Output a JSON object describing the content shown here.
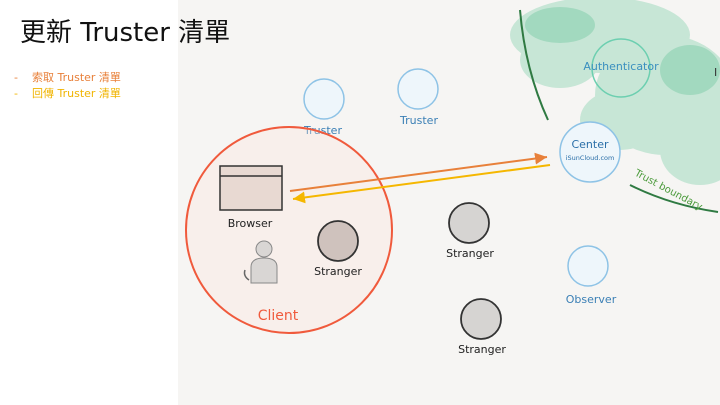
{
  "title": "更新 Truster 清單",
  "bullets": [
    {
      "text": "索取 Truster 清單",
      "color": "#e8803a"
    },
    {
      "text": "回傳 Truster 清單",
      "color": "#f0b400"
    }
  ],
  "colors": {
    "truster": "#3a7fb5",
    "center_text": "#2b6fa8",
    "authenticator_text": "#3a8fbf",
    "client": "#f05a3c",
    "request_arrow": "#e8803a",
    "response_arrow": "#f5b700",
    "trust_boundary": "#4a9a3a",
    "stranger_fill": "#d6d4d2",
    "stranger_dark_fill": "#cfc2bd"
  },
  "nodes": {
    "truster_1": "Truster",
    "truster_2": "Truster",
    "authenticator": "Authenticator",
    "center": "Center",
    "center_domain": "iSunCloud.com",
    "trust_boundary": "Trust boundary",
    "browser": "Browser",
    "client_stranger": "Stranger",
    "client": "Client",
    "stranger_1": "Stranger",
    "stranger_2": "Stranger",
    "observer": "Observer",
    "edge_mark": "I"
  },
  "icons": {
    "browser": "browser-window-icon",
    "user": "person-icon"
  }
}
